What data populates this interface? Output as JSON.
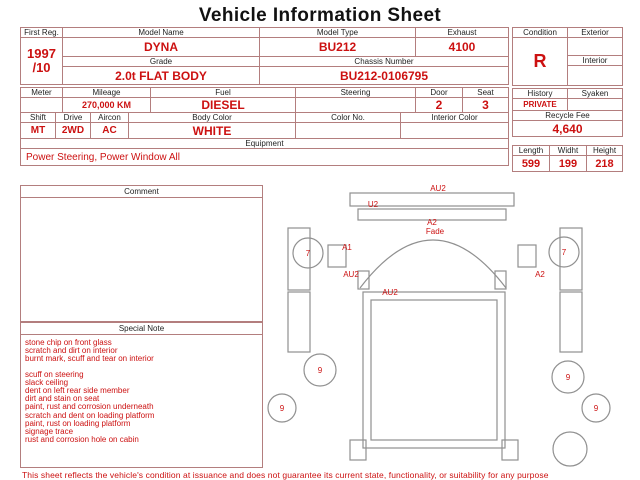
{
  "title": "Vehicle Information Sheet",
  "colors": {
    "accent_red": "#cc1111",
    "grid_border": "#b37e7e"
  },
  "top_table": {
    "first_reg_label": "First Reg.",
    "first_reg_year": "1997",
    "first_reg_month": "/10",
    "model_name_label": "Model Name",
    "model_name": "DYNA",
    "model_type_label": "Model Type",
    "model_type": "BU212",
    "exhaust_label": "Exhaust",
    "exhaust": "4100",
    "grade_label": "Grade",
    "grade": "2.0t FLAT BODY",
    "chassis_label": "Chassis Number",
    "chassis": "BU212-0106795"
  },
  "condition_table": {
    "condition_label": "Condition",
    "condition": "R",
    "exterior_label": "Exterior",
    "interior_label": "Interior"
  },
  "spec_table": {
    "meter_label": "Meter",
    "mileage_label": "Mileage",
    "mileage": "270,000 KM",
    "fuel_label": "Fuel",
    "fuel": "DIESEL",
    "steering_label": "Steering",
    "door_label": "Door",
    "door": "2",
    "seat_label": "Seat",
    "seat": "3",
    "shift_label": "Shift",
    "shift": "MT",
    "drive_label": "Drive",
    "drive": "2WD",
    "aircon_label": "Aircon",
    "aircon": "AC",
    "body_color_label": "Body Color",
    "body_color": "WHITE",
    "color_no_label": "Color No.",
    "interior_color_label": "Interior Color",
    "equipment_label": "Equipment",
    "equipment": "Power Steering, Power Window All"
  },
  "history_table": {
    "history_label": "History",
    "history": "PRIVATE",
    "syaken_label": "Syaken",
    "recycle_label": "Recycle Fee",
    "recycle_fee": "4,640"
  },
  "dimensions": {
    "length_label": "Length",
    "length": "599",
    "width_label": "Widht",
    "width": "199",
    "height_label": "Height",
    "height": "218"
  },
  "comment": {
    "header": "Comment"
  },
  "special_note": {
    "header": "Special Note",
    "lines_group1": [
      "stone chip on front glass",
      "scratch and dirt on interior",
      "burnt mark, scuff and tear on interior"
    ],
    "lines_group2": [
      "scuff on steering",
      "slack ceiling",
      "dent on left rear side member",
      "dirt and stain on seat",
      "paint, rust and corrosion underneath",
      "scratch and dent on loading platform",
      "paint, rust on loading platform",
      "signage trace",
      "rust and corrosion hole on cabin"
    ]
  },
  "diagram": {
    "labels": {
      "roof": "AU2",
      "front_left": "U2",
      "windshield_line1": "A2",
      "windshield_line2": "Fade",
      "pillar_left": "A1",
      "front_wheel_left": "7",
      "front_wheel_right": "7",
      "door_left": "AU2",
      "door_right": "A2",
      "cab_bottom": "AU2",
      "mid_wheel_left": "9",
      "mid_wheel_right": "9",
      "rear_wheel_left": "9",
      "rear_wheel_right": "9"
    }
  },
  "footer": "This sheet reflects the vehicle's condition at issuance and does not guarantee its current state, functionality, or suitability for any purpose"
}
